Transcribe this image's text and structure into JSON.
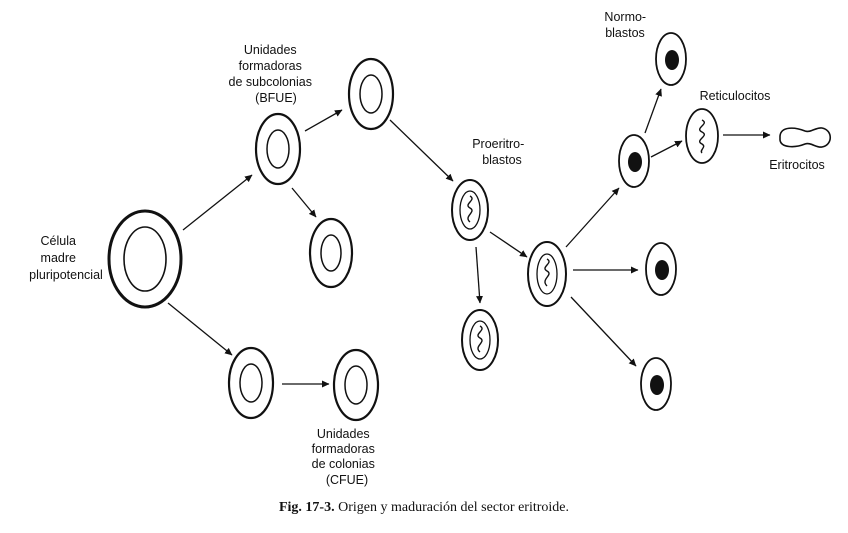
{
  "labels": {
    "stem_cell": [
      "Célula",
      "madre",
      "pluripotencial"
    ],
    "bfue": [
      "Unidades",
      "formadoras",
      "de subcolonias",
      "(BFUE)"
    ],
    "cfue": [
      "Unidades",
      "formadoras",
      "de colonias",
      "(CFUE)"
    ],
    "proerythroblasts": [
      "Proeritro-",
      "blastos"
    ],
    "normoblasts": [
      "Normo-",
      "blastos"
    ],
    "reticulocytes": [
      "Reticulocitos"
    ],
    "erythrocytes": [
      "Eritrocitos"
    ]
  },
  "caption": {
    "number": "Fig. 17-3.",
    "text": "Origen y maduración del sector eritroide."
  }
}
